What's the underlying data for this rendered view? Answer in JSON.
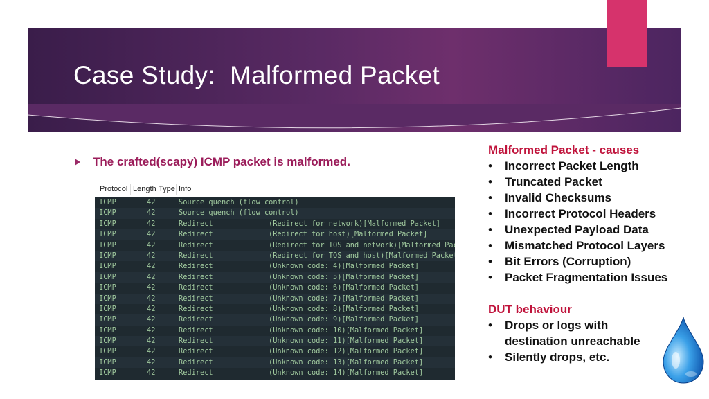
{
  "title": "Case Study:  Malformed Packet",
  "bullet": "The crafted(scapy) ICMP packet is malformed.",
  "capture": {
    "columns": [
      "Protocol",
      "Length",
      "Type",
      "Info"
    ],
    "rows": [
      {
        "protocol": "ICMP",
        "length": "42",
        "type": "Source quench (flow control)",
        "info": ""
      },
      {
        "protocol": "ICMP",
        "length": "42",
        "type": "Source quench (flow control)",
        "info": ""
      },
      {
        "protocol": "ICMP",
        "length": "42",
        "type": "Redirect",
        "info": "(Redirect for network)[Malformed Packet]"
      },
      {
        "protocol": "ICMP",
        "length": "42",
        "type": "Redirect",
        "info": "(Redirect for host)[Malformed Packet]"
      },
      {
        "protocol": "ICMP",
        "length": "42",
        "type": "Redirect",
        "info": "(Redirect for TOS and network)[Malformed Pac"
      },
      {
        "protocol": "ICMP",
        "length": "42",
        "type": "Redirect",
        "info": "(Redirect for TOS and host)[Malformed Packet"
      },
      {
        "protocol": "ICMP",
        "length": "42",
        "type": "Redirect",
        "info": "(Unknown code: 4)[Malformed Packet]"
      },
      {
        "protocol": "ICMP",
        "length": "42",
        "type": "Redirect",
        "info": "(Unknown code: 5)[Malformed Packet]"
      },
      {
        "protocol": "ICMP",
        "length": "42",
        "type": "Redirect",
        "info": "(Unknown code: 6)[Malformed Packet]"
      },
      {
        "protocol": "ICMP",
        "length": "42",
        "type": "Redirect",
        "info": "(Unknown code: 7)[Malformed Packet]"
      },
      {
        "protocol": "ICMP",
        "length": "42",
        "type": "Redirect",
        "info": "(Unknown code: 8)[Malformed Packet]"
      },
      {
        "protocol": "ICMP",
        "length": "42",
        "type": "Redirect",
        "info": "(Unknown code: 9)[Malformed Packet]"
      },
      {
        "protocol": "ICMP",
        "length": "42",
        "type": "Redirect",
        "info": "(Unknown code: 10)[Malformed Packet]"
      },
      {
        "protocol": "ICMP",
        "length": "42",
        "type": "Redirect",
        "info": "(Unknown code: 11)[Malformed Packet]"
      },
      {
        "protocol": "ICMP",
        "length": "42",
        "type": "Redirect",
        "info": "(Unknown code: 12)[Malformed Packet]"
      },
      {
        "protocol": "ICMP",
        "length": "42",
        "type": "Redirect",
        "info": "(Unknown code: 13)[Malformed Packet]"
      },
      {
        "protocol": "ICMP",
        "length": "42",
        "type": "Redirect",
        "info": "(Unknown code: 14)[Malformed Packet]"
      }
    ]
  },
  "causes": {
    "heading": "Malformed Packet - causes",
    "items": [
      "Incorrect Packet Length",
      "Truncated Packet",
      "Invalid Checksums",
      "Incorrect Protocol Headers",
      "Unexpected Payload Data",
      "Mismatched Protocol Layers",
      "Bit Errors (Corruption)",
      "Packet Fragmentation Issues"
    ]
  },
  "dut": {
    "heading": "DUT behaviour",
    "items": [
      {
        "line1": "Drops or logs with",
        "line2": "destination unreachable"
      },
      {
        "line1": "Silently drops, etc.",
        "line2": ""
      }
    ]
  },
  "bullet_char": "•",
  "colors": {
    "banner": "#5a2a64",
    "accent": "#d6336c",
    "heading_red": "#c0143c",
    "bullet_magenta": "#9b1c5a",
    "capture_bg": "#1f2a30",
    "capture_text": "#9fc89d"
  },
  "icons": [
    "triangle-bullet-icon",
    "water-drop-icon"
  ]
}
